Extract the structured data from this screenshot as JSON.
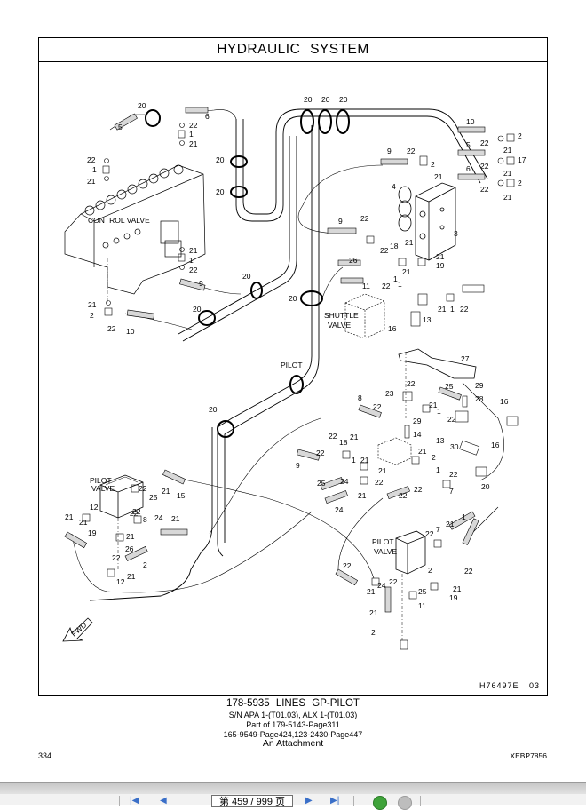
{
  "frame": {
    "title": "HYDRAULIC   SYSTEM",
    "drawing_code": "H76497E   03"
  },
  "diagram": {
    "labels": {
      "control_valve": "CONTROL VALVE",
      "shuttle_valve_1": "SHUTTLE",
      "shuttle_valve_2": "VALVE",
      "pilot_valve_left_1": "PILOT",
      "pilot_valve_left_2": "VALVE",
      "pilot_valve_right_1": "PILOT",
      "pilot_valve_right_2": "VALVE",
      "fwd": "FWD"
    },
    "callouts": [
      "20",
      "5",
      "6",
      "22",
      "1",
      "21",
      "22",
      "1",
      "21",
      "20",
      "20",
      "20",
      "20",
      "20",
      "10",
      "2",
      "22",
      "21",
      "5",
      "17",
      "22",
      "21",
      "6",
      "2",
      "22",
      "21",
      "9",
      "22",
      "2",
      "21",
      "4",
      "3",
      "9",
      "22",
      "18",
      "22",
      "21",
      "26",
      "21",
      "19",
      "1",
      "21",
      "21",
      "1",
      "22",
      "9",
      "20",
      "20",
      "21",
      "2",
      "22",
      "10",
      "11",
      "22",
      "1",
      "20",
      "13",
      "21",
      "1",
      "22",
      "16",
      "27",
      "29",
      "28",
      "8",
      "22",
      "23",
      "22",
      "25",
      "21",
      "29",
      "1",
      "22",
      "14",
      "16",
      "13",
      "30",
      "16",
      "9",
      "22",
      "18",
      "21",
      "22",
      "21",
      "21",
      "2",
      "22",
      "1",
      "21",
      "1",
      "22",
      "24",
      "25",
      "24",
      "22",
      "21",
      "22",
      "7",
      "20",
      "20",
      "PILOT",
      "1",
      "21",
      "22",
      "21",
      "12",
      "22",
      "25",
      "21",
      "15",
      "22",
      "8",
      "24",
      "21",
      "19",
      "21",
      "26",
      "22",
      "2",
      "21",
      "12",
      "22",
      "7",
      "21",
      "1",
      "22",
      "24",
      "21",
      "22",
      "2",
      "21",
      "19",
      "25",
      "11",
      "22",
      "21",
      "2"
    ]
  },
  "caption": {
    "line1": "178-5935   LINES  GP-PILOT",
    "line2": "S/N APA 1-(T01.03), ALX 1-(T01.03)",
    "line3": "Part of 179-5143-Page311",
    "line4": "165-9549-Page424,123-2430-Page447",
    "line5": "An Attachment"
  },
  "page_number": "334",
  "doc_id": "XEBP7856",
  "toolbar": {
    "first_page": "first-page",
    "prev_page": "prev-page",
    "page_field": "第 459 / 999 页",
    "next_page": "next-page",
    "last_page": "last-page",
    "btn_green": "go-button",
    "btn_grey": "stop-button"
  }
}
